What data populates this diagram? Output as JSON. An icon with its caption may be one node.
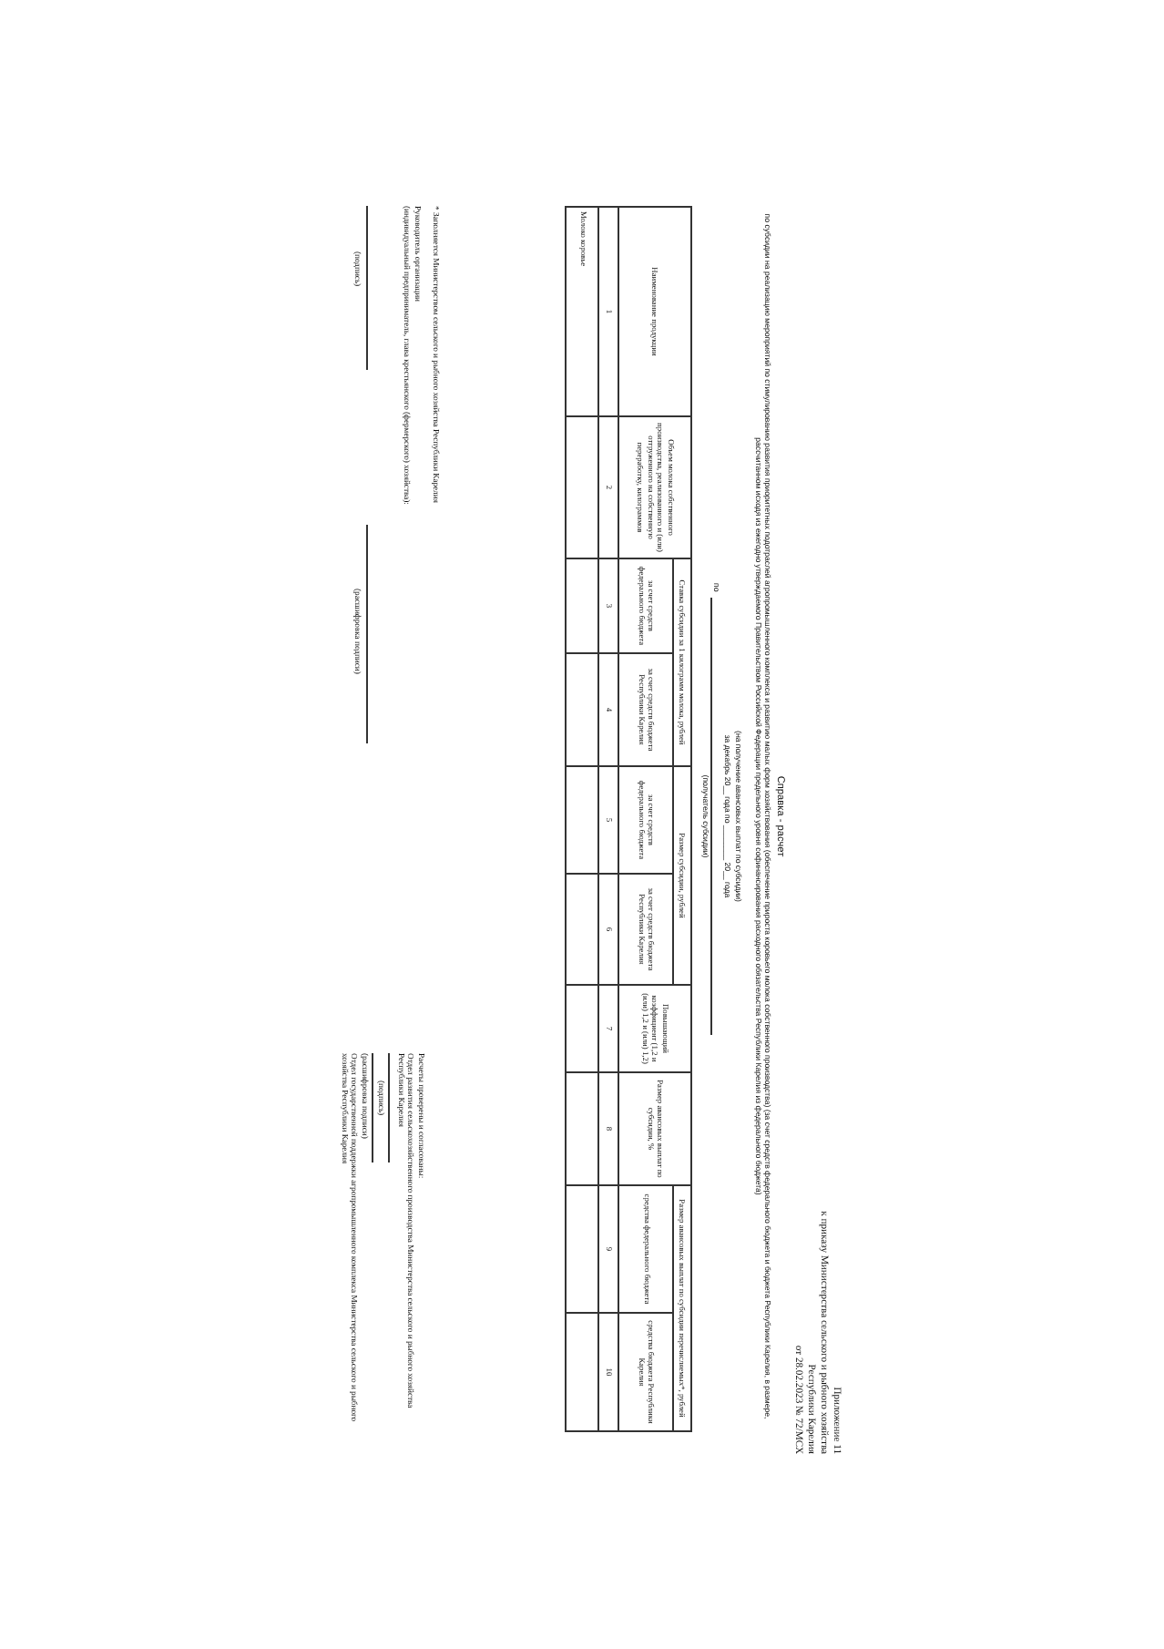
{
  "diagram": {
    "title": "Справка - расчет",
    "labels": [
      "Приложение 11",
      "к приказу Министерства сельского и рыбного хозяйства",
      "Республики Карелия",
      "от 28.02.2023 № 72/МСХ",
      "по субсидии на реализацию мероприятий по стимулированию развития приоритетных подотраслей агропромышленного комплекса и развитию малых форм хозяйствования (обеспечение прироста коровьего молока собственного производства) (за счет средств федерального бюджета и бюджета Республики Карелия, в размере, рассчитанном исходя из ежегодно утверждаемого Правительством Российской Федерации предельного уровня софинансирования расходного обязательства Республики Карелия из федерального бюджета)",
      "(на получение авансовых выплат по субсидии)",
      "за декабрь 20__ года по ________ 20__ года",
      "по",
      "(получатель субсидии)",
      "Наименование продукции",
      "Объем молока собственного производства, реализованного и (или) отгруженного на собственную переработку, килограммов",
      "Ставка субсидии за 1 килограмм молока, рублей",
      "Размер субсидии, рублей",
      "Повышающий коэффициент (1,2 и (или) 1,2 и (или) 1,2)",
      "Размер авансовых выплат по субсидии, %",
      "Размер авансовых выплат по субсидии перечисляемых*, рублей",
      "за счет средств федерального бюджета",
      "за счет средств бюджета Республики Карелия",
      "за счет средств федерального бюджета",
      "за счет средств бюджета Республики Карелия",
      "средства федерального бюджета",
      "средства бюджета Республики Карелия",
      "1",
      "2",
      "3",
      "4",
      "5",
      "6",
      "7",
      "8",
      "9",
      "10",
      "Молоко коровье",
      "* Заполняется Министерством сельского и рыбного хозяйства Республики Карелия",
      "Руководитель организации",
      "(индивидуальный предприниматель, глава крестьянского (фермерского) хозяйства):",
      "(подпись)",
      "(расшифровка подписи)",
      "Расчеты проверены и согласованы:",
      "Отдел развития сельскохозяйственного производства Министерства сельского и рыбного хозяйства Республики Карелия",
      "(подпись)",
      "(расшифровка подписи)",
      "Отдел государственной поддержки агропромышленного комплекса Министерства сельского и рыбного хозяйства Республики Карелия"
    ]
  }
}
